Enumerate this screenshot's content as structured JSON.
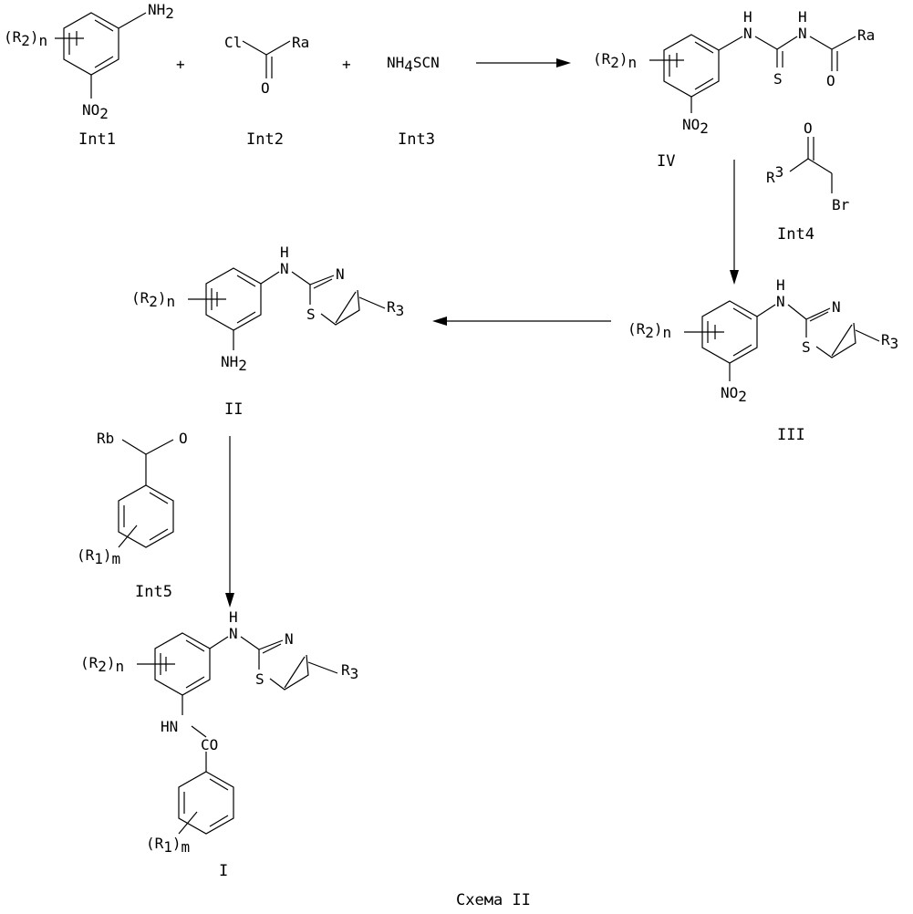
{
  "caption": "Схема II",
  "compounds": {
    "int1": {
      "label": "Int1",
      "amine": "NH",
      "amine_sub": "2",
      "nitro": "NO",
      "nitro_sub": "2",
      "r2": "(R",
      "r2_sub": "2",
      "r2_close": ")",
      "r2_n": "n"
    },
    "int2": {
      "label": "Int2",
      "cl": "Cl",
      "ra": "Ra",
      "o": "O"
    },
    "int3": {
      "label": "Int3",
      "nh": "NH",
      "nh_sub": "4",
      "scn": "SCN"
    },
    "iv": {
      "label": "IV",
      "h1": "H",
      "n1": "N",
      "h2": "H",
      "n2": "N",
      "s": "S",
      "o": "O",
      "ra": "Ra",
      "nitro": "NO",
      "nitro_sub": "2",
      "r2": "(R",
      "r2_sub": "2",
      "r2_close": ")",
      "r2_n": "n"
    },
    "int4": {
      "label": "Int4",
      "o": "O",
      "r3": "R",
      "r3_sup": "3",
      "br": "Br"
    },
    "iii": {
      "label": "III",
      "h": "H",
      "n": "N",
      "n_ring": "N",
      "s": "S",
      "r3": "R",
      "r3_sub": "3",
      "nitro": "NO",
      "nitro_sub": "2",
      "r2": "(R",
      "r2_sub": "2",
      "r2_close": ")",
      "r2_n": "n"
    },
    "ii": {
      "label": "II",
      "h": "H",
      "n": "N",
      "n_ring": "N",
      "s": "S",
      "r3": "R",
      "r3_sub": "3",
      "amine": "NH",
      "amine_sub": "2",
      "r2": "(R",
      "r2_sub": "2",
      "r2_close": ")",
      "r2_n": "n"
    },
    "int5": {
      "label": "Int5",
      "rb": "Rb",
      "o": "O",
      "r1": "(R",
      "r1_sub": "1",
      "r1_close": ")",
      "r1_m": "m"
    },
    "i": {
      "label": "I",
      "h": "H",
      "n": "N",
      "n_ring": "N",
      "s": "S",
      "r3": "R",
      "r3_sub": "3",
      "hn": "HN",
      "co": "CO",
      "r2": "(R",
      "r2_sub": "2",
      "r2_close": ")",
      "r2_n": "n",
      "r1": "(R",
      "r1_sub": "1",
      "r1_close": ")",
      "r1_m": "m"
    }
  },
  "operators": {
    "plus": "+"
  }
}
